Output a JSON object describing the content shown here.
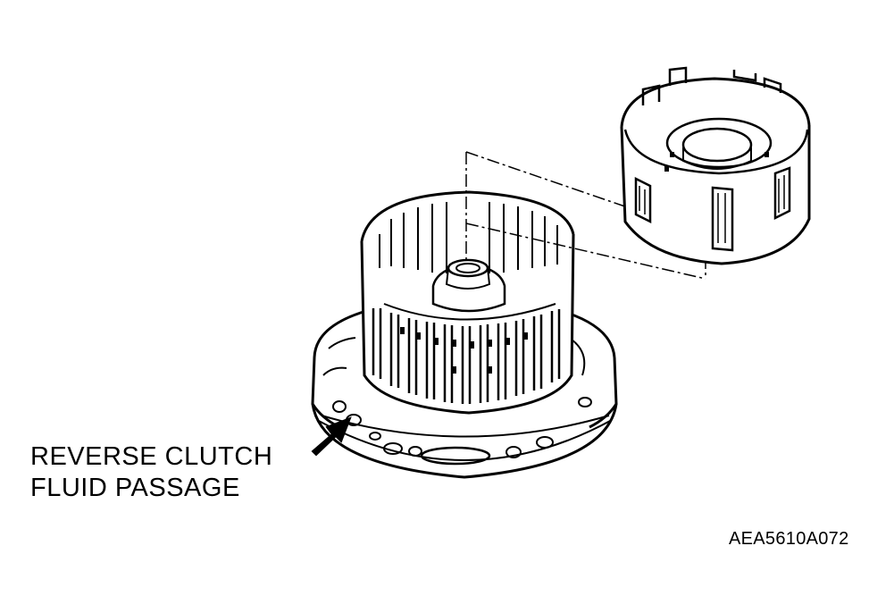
{
  "callout": {
    "line1": "REVERSE CLUTCH",
    "line2": "FLUID PASSAGE"
  },
  "figure_code": "AEA5610A072"
}
